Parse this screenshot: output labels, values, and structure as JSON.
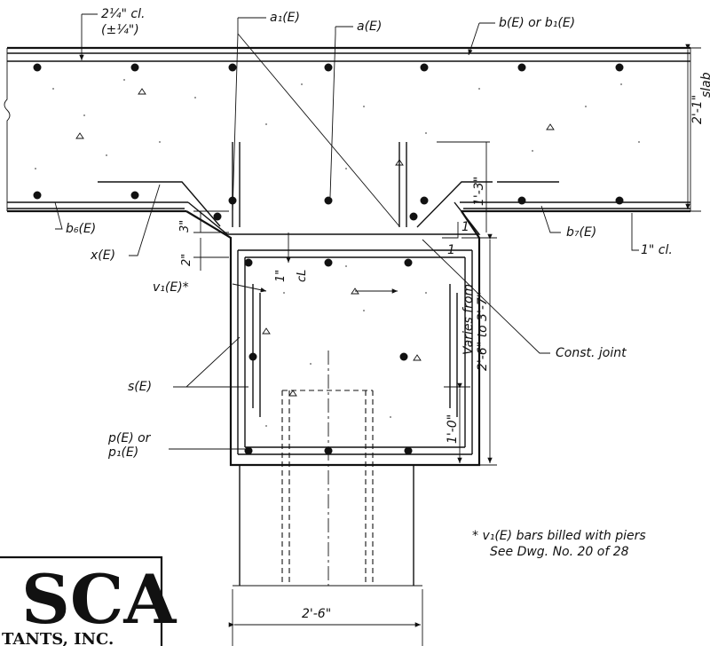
{
  "labels": {
    "top_cover": "2¼\" cl.",
    "top_cover_tol": "(±¼\")",
    "a1": "a₁(E)",
    "a": "a(E)",
    "b_or_b1": "b(E) or b₁(E)",
    "slab_depth": "2'-1\"",
    "slab": "slab",
    "b6": "b₆(E)",
    "x": "x(E)",
    "b7": "b₇(E)",
    "bottom_cover": "1\" cl.",
    "dim_3in": "3\"",
    "dim_2in": "2\"",
    "dim_1in_cl": "1\"",
    "cl": "cL",
    "dim_1ft3": "1'-3\"",
    "slope_1a": "1",
    "slope_1b": "1",
    "v1": "v₁(E)*",
    "varies_1": "Varies from",
    "varies_2": "2'-6\" to 3'-7\"",
    "const_joint": "Const. joint",
    "s": "s(E)",
    "dim_1ft0": "1'-0\"",
    "p_or_p1_a": "p(E) or",
    "p_or_p1_b": "p₁(E)",
    "note_1": "* v₁(E) bars billed with piers",
    "note_2": "See Dwg. No. 20 of 28",
    "width": "2'-6\"",
    "logo_big": "SCA",
    "logo_small": "TANTS, INC."
  }
}
